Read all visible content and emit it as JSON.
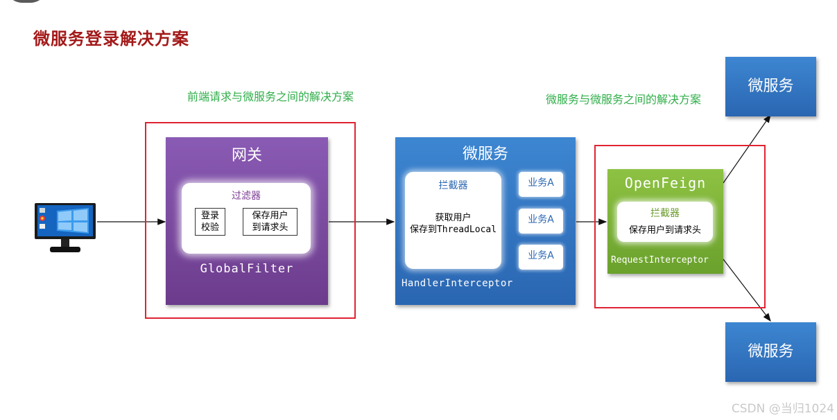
{
  "title": "微服务登录解决方案",
  "notes": {
    "frontend": "前端请求与微服务之间的解决方案",
    "service_to_service": "微服务与微服务之间的解决方案"
  },
  "gateway": {
    "title": "网关",
    "filter_title": "过滤器",
    "login_check": "登录\n校验",
    "save_user": "保存用户\n到请求头",
    "subtitle": "GlobalFilter"
  },
  "microservice": {
    "title": "微服务",
    "interceptor_title": "拦截器",
    "interceptor_body": "获取用户\n保存到ThreadLocal",
    "business": [
      "业务A",
      "业务A",
      "业务A"
    ],
    "subtitle": "HandlerInterceptor"
  },
  "openfeign": {
    "title": "OpenFeign",
    "interceptor_title": "拦截器",
    "interceptor_body": "保存用户到请求头",
    "subtitle": "RequestInterceptor"
  },
  "services": {
    "top": "微服务",
    "bottom": "微服务"
  },
  "watermark": "CSDN @当归1024",
  "colors": {
    "title": "#a31919",
    "note": "#2fae49",
    "highlight_box": "#e02231",
    "gateway": "#7a4aa2",
    "microservice": "#2f72bf",
    "openfeign": "#7cb236"
  },
  "icons": [
    "monitor-icon"
  ]
}
